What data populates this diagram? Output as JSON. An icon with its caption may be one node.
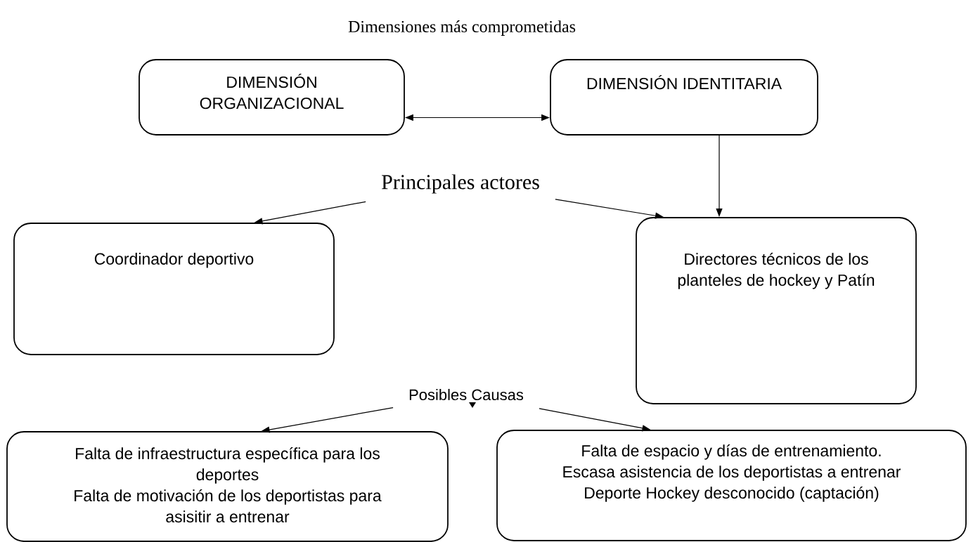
{
  "diagram": {
    "title": "Dimensiones más comprometidas",
    "nodes": [
      {
        "text": [
          "DIMENSIÓN ORGANIZACIONAL"
        ]
      },
      {
        "text": [
          "DIMENSIÓN IDENTITARIA"
        ]
      },
      {
        "text": [
          "Principales actores"
        ]
      },
      {
        "text": [
          "Coordinador deportivo"
        ]
      },
      {
        "text": [
          "Directores técnicos de los planteles de hockey y Patín"
        ]
      },
      {
        "text": [
          "Posibles Causas"
        ]
      },
      {
        "text": [
          "Falta de infraestructura específica para los deportes",
          "Falta de motivación de los deportistas para asisitir a entrenar"
        ]
      },
      {
        "text": [
          "Falta de espacio y días de entrenamiento.",
          "Escasa asistencia de los deportistas a entrenar",
          "Deporte Hockey desconocido (captación)"
        ]
      }
    ],
    "edges": [
      {
        "from": 0,
        "to": 1,
        "arrow": "both"
      },
      {
        "from": 1,
        "to": 4,
        "arrow": "to"
      },
      {
        "from": 2,
        "to": 3,
        "arrow": "to"
      },
      {
        "from": 2,
        "to": 4,
        "arrow": "to"
      },
      {
        "from": 5,
        "to": 6,
        "arrow": "to"
      },
      {
        "from": 5,
        "to": 7,
        "arrow": "to"
      }
    ]
  }
}
